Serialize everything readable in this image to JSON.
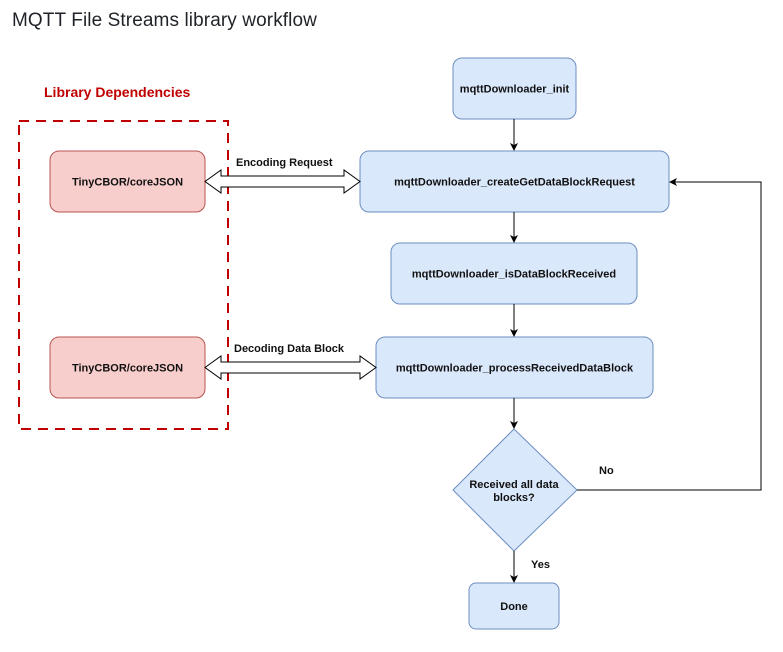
{
  "page": {
    "title": "MQTT File Streams library workflow"
  },
  "diagram": {
    "dependencies_title": "Library Dependencies",
    "colors": {
      "process_fill": "#dae8fc",
      "process_stroke": "#6c8ebf",
      "dependency_fill": "#f8cecc",
      "dependency_stroke": "#b85450",
      "dependency_border": "#c00000",
      "dependency_title": "#c00000",
      "arrow": "#000000"
    },
    "nodes": {
      "init": "mqttDownloader_init",
      "create_request": "mqttDownloader_createGetDataBlockRequest",
      "is_received": "mqttDownloader_isDataBlockReceived",
      "process_block": "mqttDownloader_processReceivedDataBlock",
      "decision_line1": "Received all  data",
      "decision_line2": "blocks?",
      "done": "Done",
      "dep_encode": "TinyCBOR/coreJSON",
      "dep_decode": "TinyCBOR/coreJSON"
    },
    "edges": {
      "encoding_request": "Encoding Request",
      "decoding_data_block": "Decoding Data Block",
      "no": "No",
      "yes": "Yes"
    }
  }
}
